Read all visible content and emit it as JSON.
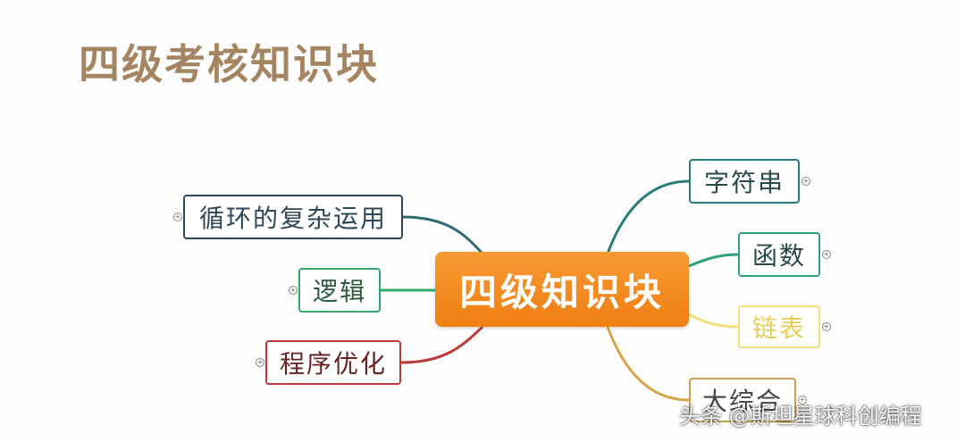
{
  "title": "四级考核知识块",
  "central": "四级知识块",
  "nodes": {
    "loop": "循环的复杂运用",
    "logic": "逻辑",
    "optimization": "程序优化",
    "string": "字符串",
    "function": "函数",
    "linked_list": "链表",
    "comprehensive": "大综合"
  },
  "expand_symbol": "+",
  "watermark": "头条 @斯坦星球科创编程",
  "colors": {
    "central": "#f08412",
    "title": "#a58561",
    "loop": "#2f4858",
    "logic": "#33a76c",
    "optimization": "#c03a3a",
    "string": "#2a7c7c",
    "function": "#2ea17f",
    "linked_list": "#f1e07a",
    "comprehensive": "#c9a24b"
  }
}
